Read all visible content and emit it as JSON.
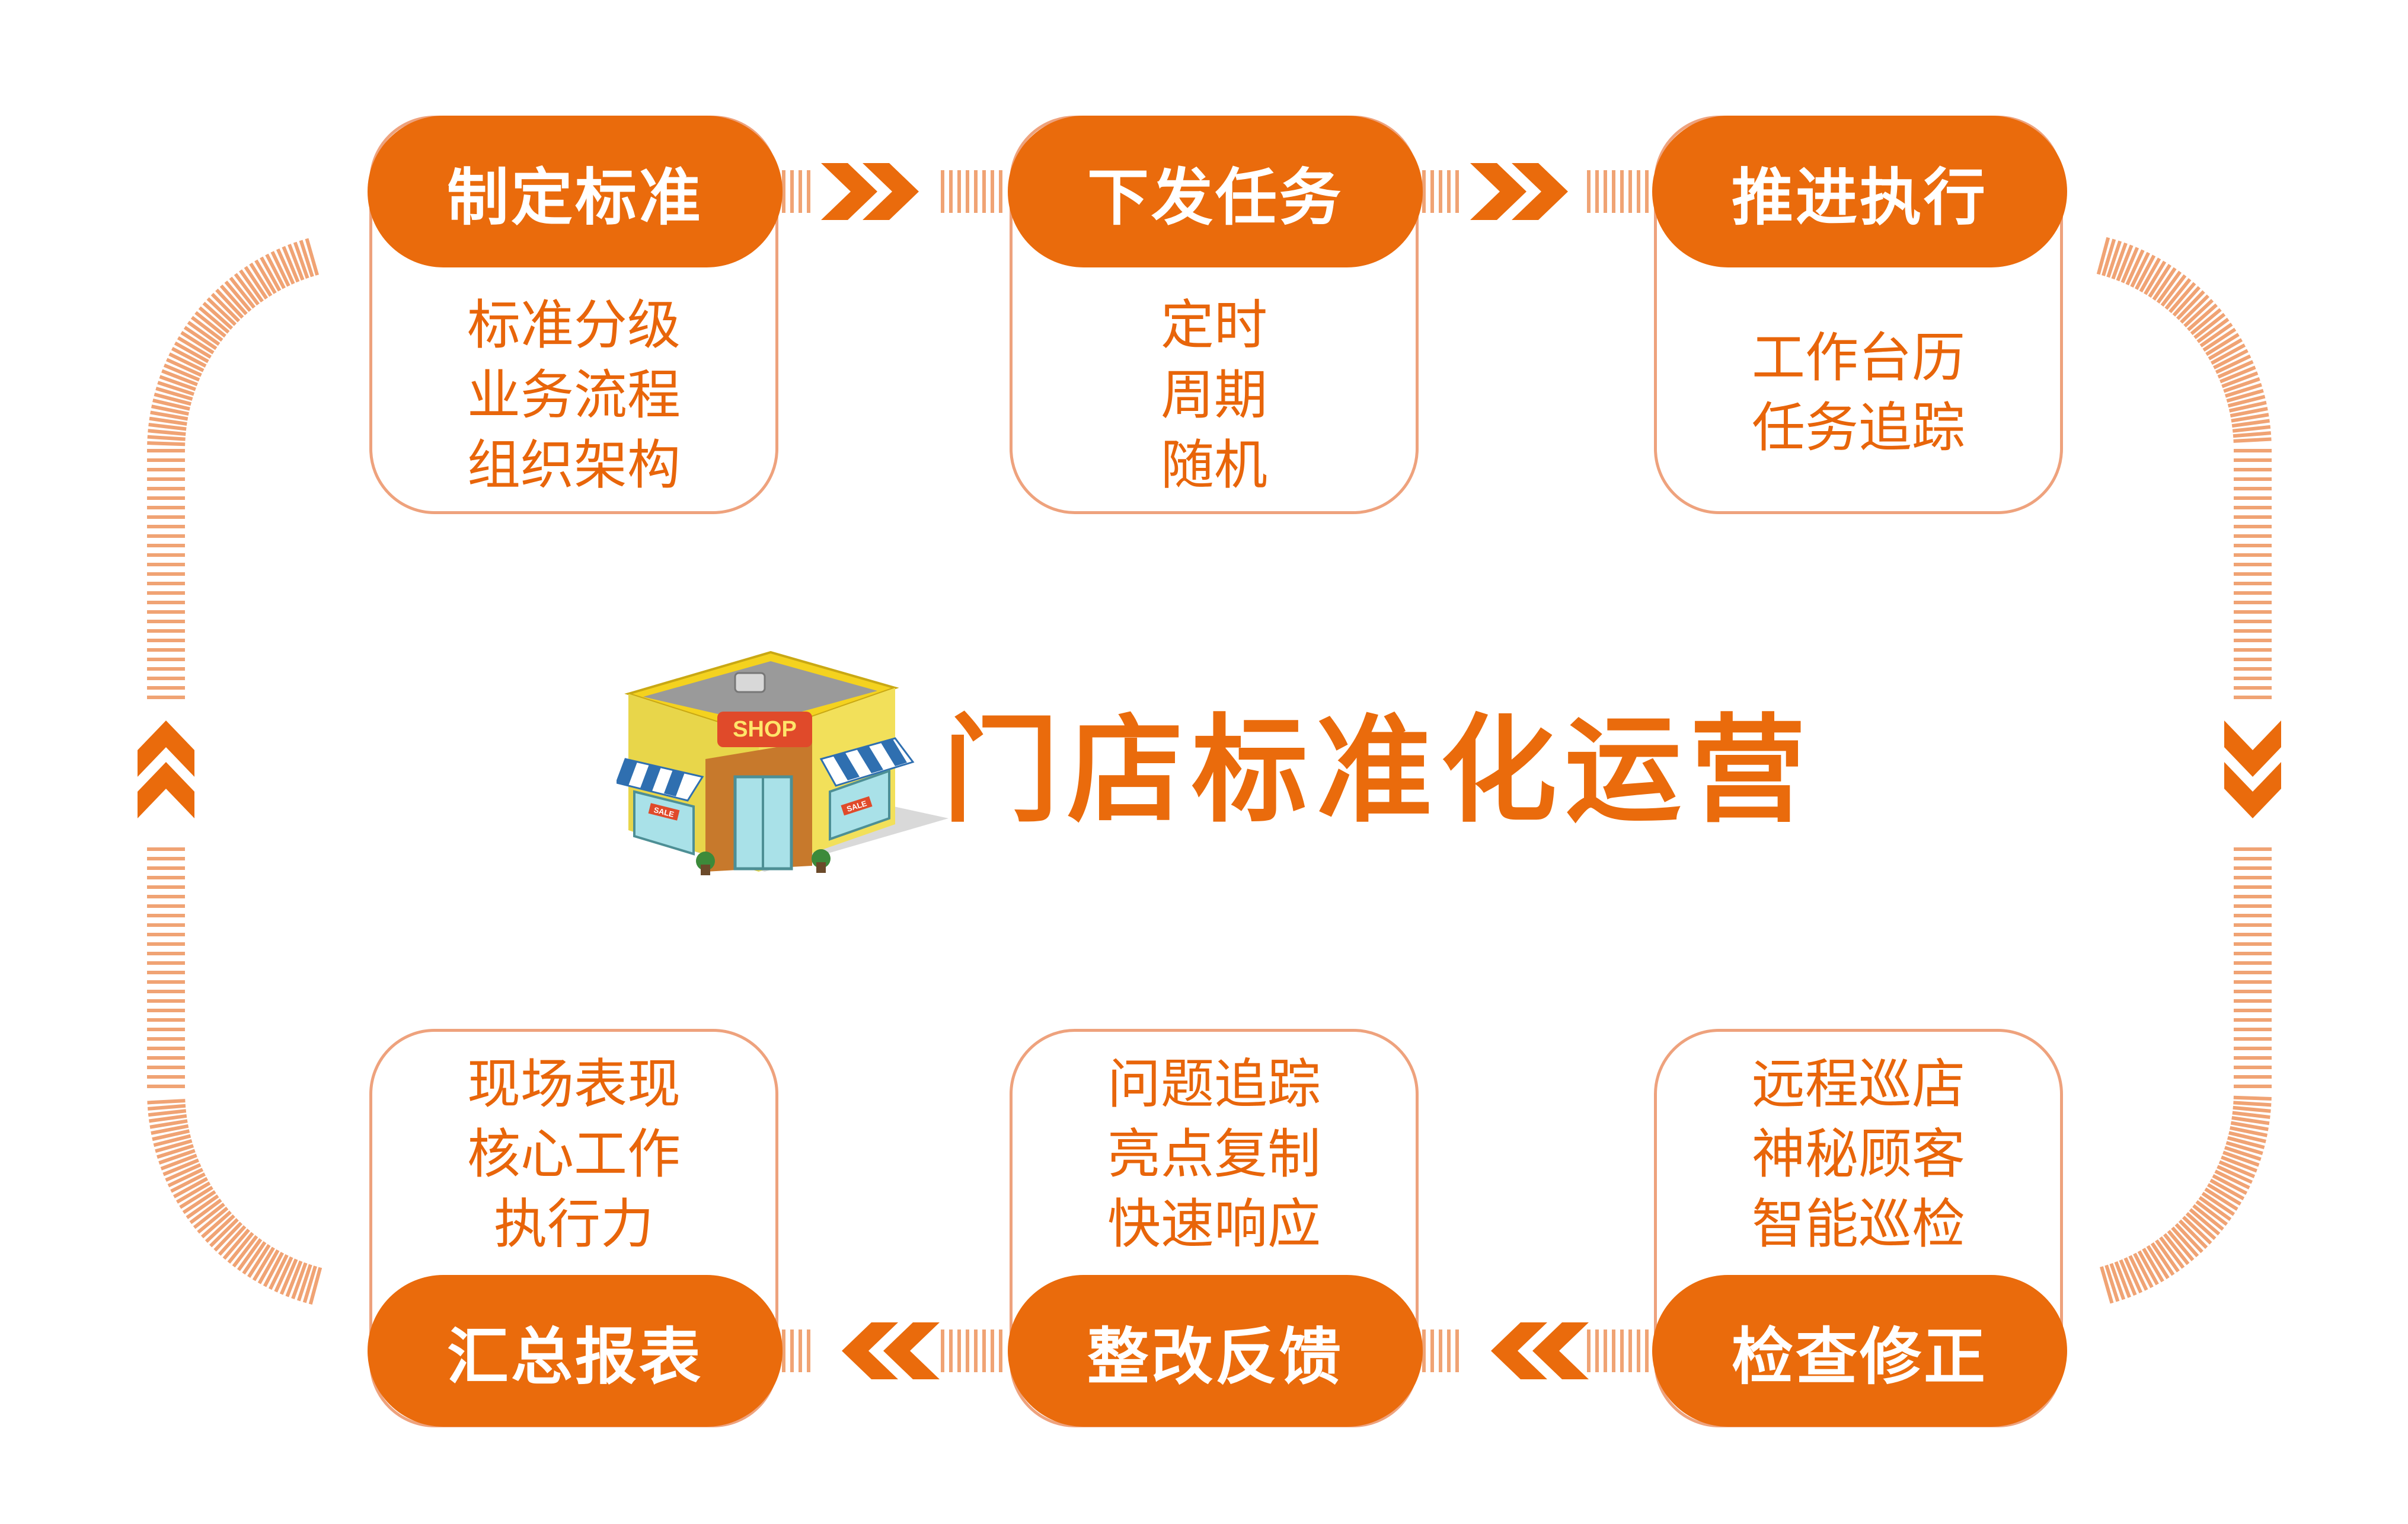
{
  "center": {
    "title": "门店标准化运营",
    "shop_sign": "SHOP",
    "sale_tag": "SALE"
  },
  "steps": [
    {
      "title": "制定标准",
      "items": [
        "标准分级",
        "业务流程",
        "组织架构"
      ]
    },
    {
      "title": "下发任务",
      "items": [
        "定时",
        "周期",
        "随机"
      ]
    },
    {
      "title": "推进执行",
      "items": [
        "工作台历",
        "任务追踪"
      ]
    },
    {
      "title": "检查修正",
      "items": [
        "远程巡店",
        "神秘顾客",
        "智能巡检"
      ]
    },
    {
      "title": "整改反馈",
      "items": [
        "问题追踪",
        "亮点复制",
        "快速响应"
      ]
    },
    {
      "title": "汇总报表",
      "items": [
        "现场表现",
        "核心工作",
        "执行力"
      ]
    }
  ],
  "colors": {
    "accent": "#ea6b0c",
    "text": "#e8650a",
    "card_border": "#eea27d",
    "stripe": "#f0a374"
  }
}
